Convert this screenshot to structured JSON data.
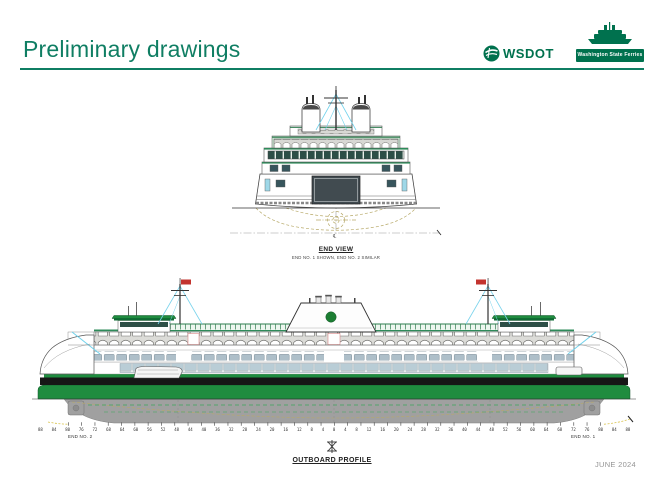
{
  "header": {
    "title": "Preliminary drawings",
    "wsdot_logo": "WSDOT",
    "wsf_logo": "Washington State Ferries"
  },
  "end_view": {
    "title": "END VIEW",
    "subtitle": "END NO. 1 SHOWN, END NO. 2 SIMILAR"
  },
  "outboard_profile": {
    "title": "OUTBOARD PROFILE",
    "end_left_label": "END NO. 2",
    "end_right_label": "END NO. 1",
    "frame_numbers": "88 84 80 76 72 68 64 60 56 52 48 44 40 36 32 28 24 20 16 12 8 4 0 4 8 12 16 20 24 28 32 36 40 44 48 52 56 60 64 68 72 76 80 84 88"
  },
  "footer": {
    "date": "JUNE 2024"
  },
  "colors": {
    "accent_green": "#0f7e63",
    "logo_green": "#00714e",
    "ferry_green": "#1f8c3f",
    "rail_green": "#2e7d4f",
    "hull_black": "#161616",
    "underwater_gray": "#a0a0a0",
    "annotation_tan": "#b7a968",
    "accent_cyan": "#6fd2ec",
    "flag_red": "#c3342f",
    "window_teal": "#2d4f47",
    "window_blue": "#aebfc9"
  }
}
